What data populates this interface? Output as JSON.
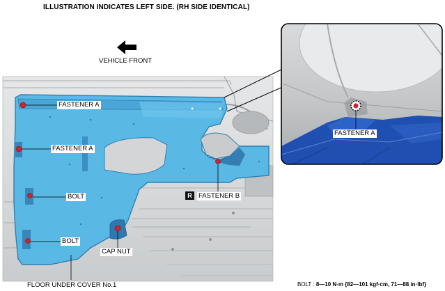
{
  "header": {
    "note": "ILLUSTRATION INDICATES LEFT SIDE. (RH SIDE IDENTICAL)",
    "direction_label": "VEHICLE FRONT"
  },
  "callouts": {
    "fastener_a_upper": "FASTENER A",
    "fastener_a_mid": "FASTENER A",
    "bolt_upper": "BOLT",
    "bolt_lower": "BOLT",
    "cap_nut": "CAP NUT",
    "fastener_b_badge": "R",
    "fastener_b": "FASTENER B",
    "inset_fastener_a": "FASTENER A"
  },
  "part_name": "FLOOR UNDER COVER No.1",
  "torque_spec": {
    "label": "BOLT",
    "separator": " : ",
    "value": "8—10 N·m {82—101 kgf·cm, 71—88 in·lbf}"
  },
  "colors": {
    "cover_fill": "#5ab8e4",
    "cover_edge": "#2f7fb3",
    "fastener": "#d2232a",
    "inset_panel": "#1f4fb0",
    "background_gray": "#cfd2d4"
  },
  "icons": {
    "direction": "arrow-left-icon",
    "badge": "reusable-part-badge"
  }
}
